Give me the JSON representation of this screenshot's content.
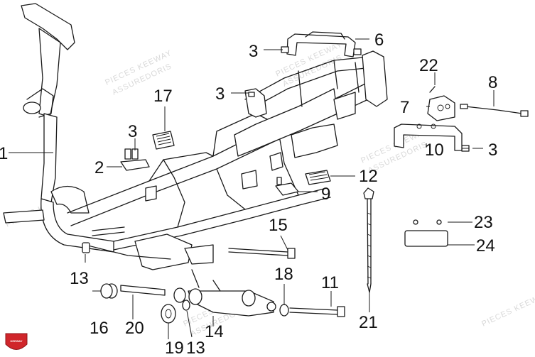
{
  "diagram": {
    "callouts": {
      "c1": "1",
      "c2": "2",
      "c3a": "3",
      "c3b": "3",
      "c3c": "3",
      "c3d": "3",
      "c6": "6",
      "c7": "7",
      "c8": "8",
      "c9": "9",
      "c10": "10",
      "c11": "11",
      "c12": "12",
      "c13a": "13",
      "c13b": "13",
      "c14": "14",
      "c15": "15",
      "c16": "16",
      "c17": "17",
      "c18": "18",
      "c19": "19",
      "c20": "20",
      "c21": "21",
      "c22": "22",
      "c23": "23",
      "c24": "24"
    },
    "watermark_lines": [
      "PIECES KEEWAY",
      "ASSUREDORIS"
    ],
    "logo_text": "KEEWAY",
    "colors": {
      "line": "#1a1a1a",
      "logo_red": "#d0262b",
      "watermark": "#d9d9d9"
    }
  }
}
